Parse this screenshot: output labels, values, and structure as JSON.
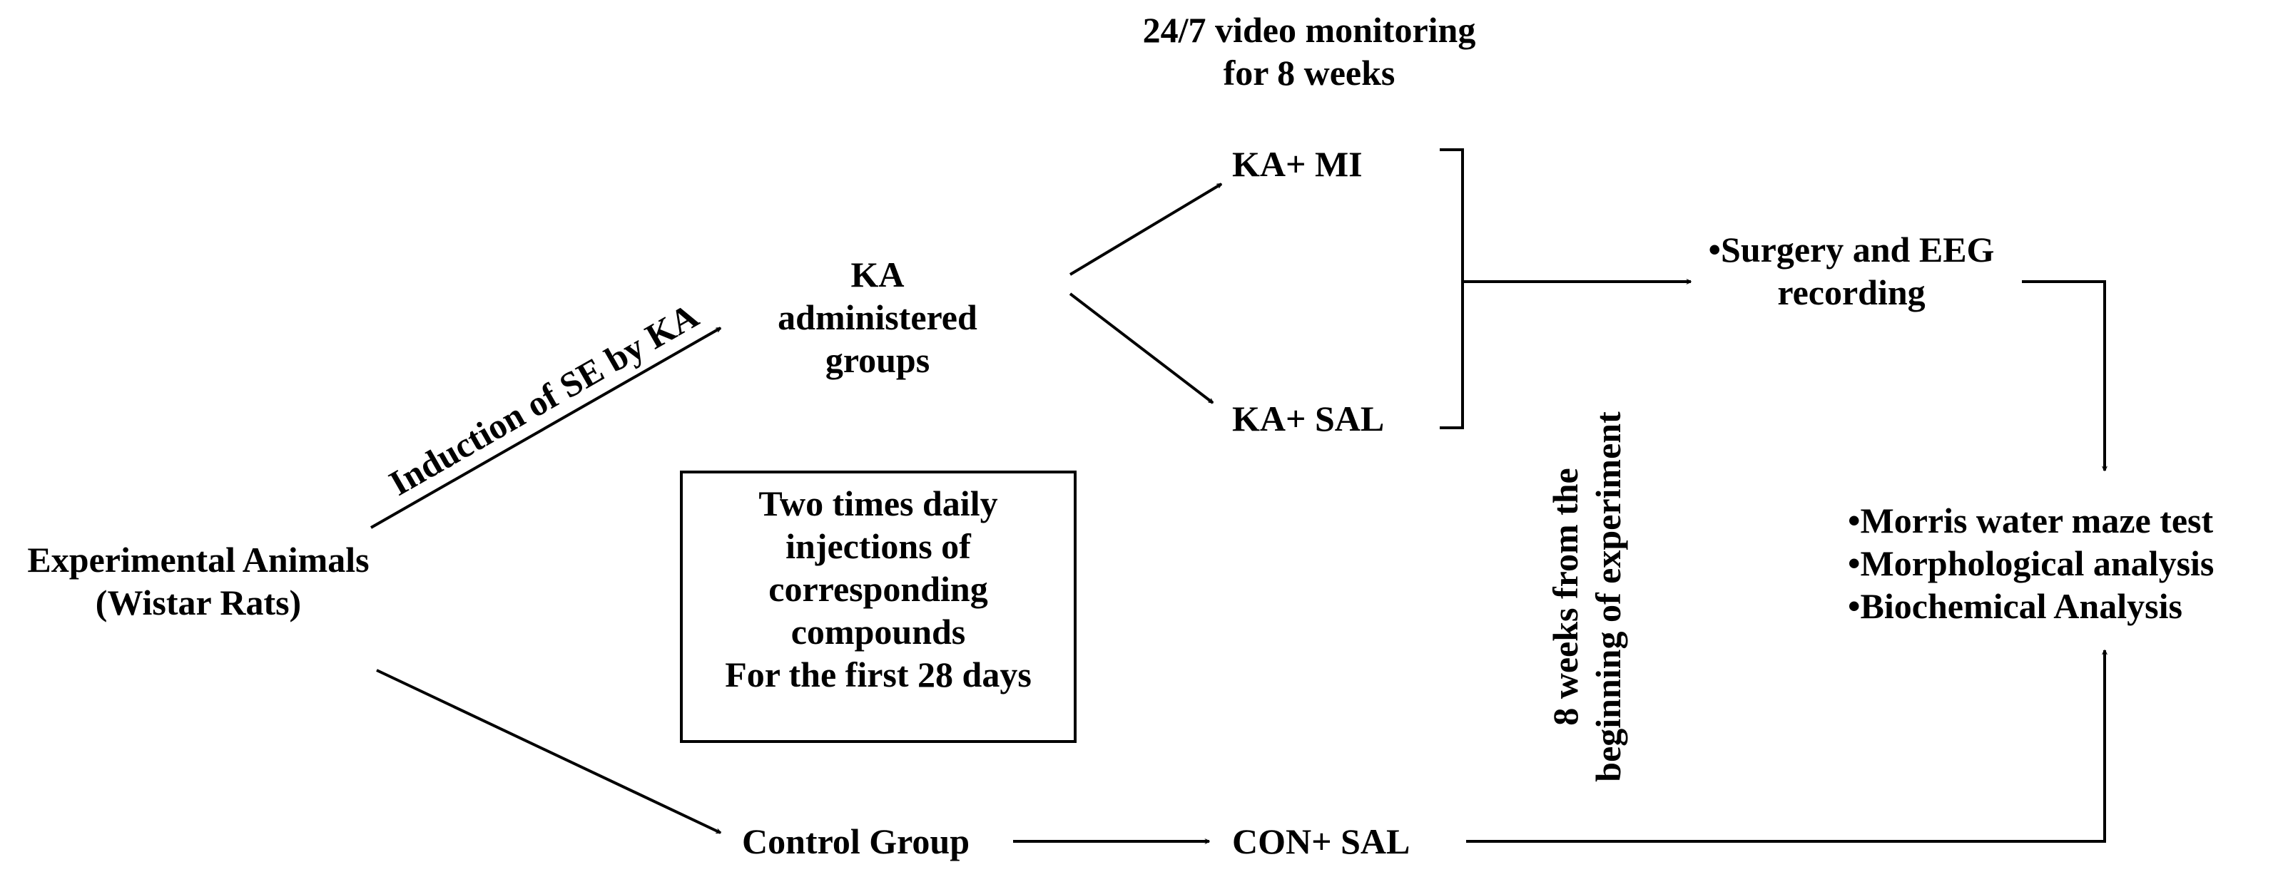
{
  "monitoring": {
    "line1": "24/7  video monitoring",
    "line2": "for  8 weeks"
  },
  "experimental_animals": {
    "line1": "Experimental Animals",
    "line2": "(Wistar Rats)"
  },
  "induction_label": "Induction of SE by KA",
  "ka_groups": {
    "line1": "KA",
    "line2": "administered",
    "line3": "groups"
  },
  "injections_box": {
    "line1": "Two times daily",
    "line2": "injections of",
    "line3": "corresponding",
    "line4": "compounds",
    "line5": "For the first 28 days"
  },
  "ka_mi": "KA+ MI",
  "ka_sal": "KA+ SAL",
  "control_group": "Control Group",
  "con_sal": "CON+ SAL",
  "weeks_label": {
    "line1": "8 weeks from the",
    "line2": "beginning of experiment"
  },
  "surgery": {
    "line1": "•Surgery and EEG",
    "line2": "recording"
  },
  "outcomes": {
    "item1": "•Morris water maze test",
    "item2": "•Morphological analysis",
    "item3": "•Biochemical Analysis"
  }
}
